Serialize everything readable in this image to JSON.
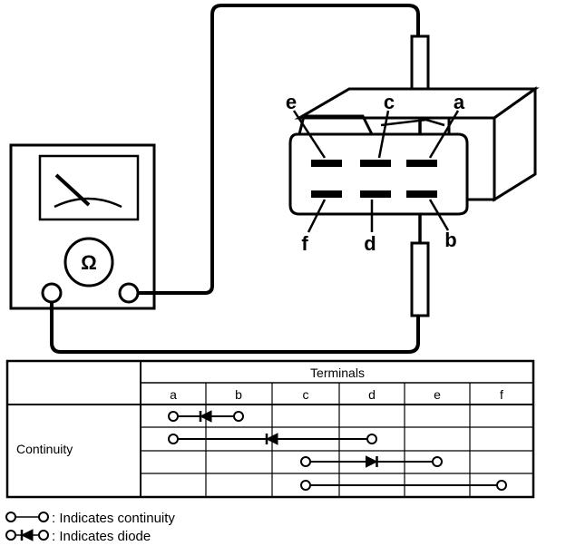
{
  "meter": {
    "dial_symbol": "Ω"
  },
  "connector": {
    "terminal_labels": [
      "a",
      "b",
      "c",
      "d",
      "e",
      "f"
    ]
  },
  "table": {
    "group_header": "Terminals",
    "columns": [
      "a",
      "b",
      "c",
      "d",
      "e",
      "f"
    ],
    "row_label": "Continuity",
    "rows": [
      {
        "from": "a",
        "to": "b",
        "kind": "diode",
        "direction": "toward-a"
      },
      {
        "from": "a",
        "to": "d",
        "kind": "diode",
        "direction": "toward-a"
      },
      {
        "from": "c",
        "to": "e",
        "kind": "diode",
        "direction": "toward-e"
      },
      {
        "from": "c",
        "to": "f",
        "kind": "continuity",
        "direction": ""
      }
    ]
  },
  "legend": [
    {
      "symbol": "continuity",
      "text": ": Indicates continuity"
    },
    {
      "symbol": "diode",
      "text": ": Indicates diode"
    }
  ]
}
